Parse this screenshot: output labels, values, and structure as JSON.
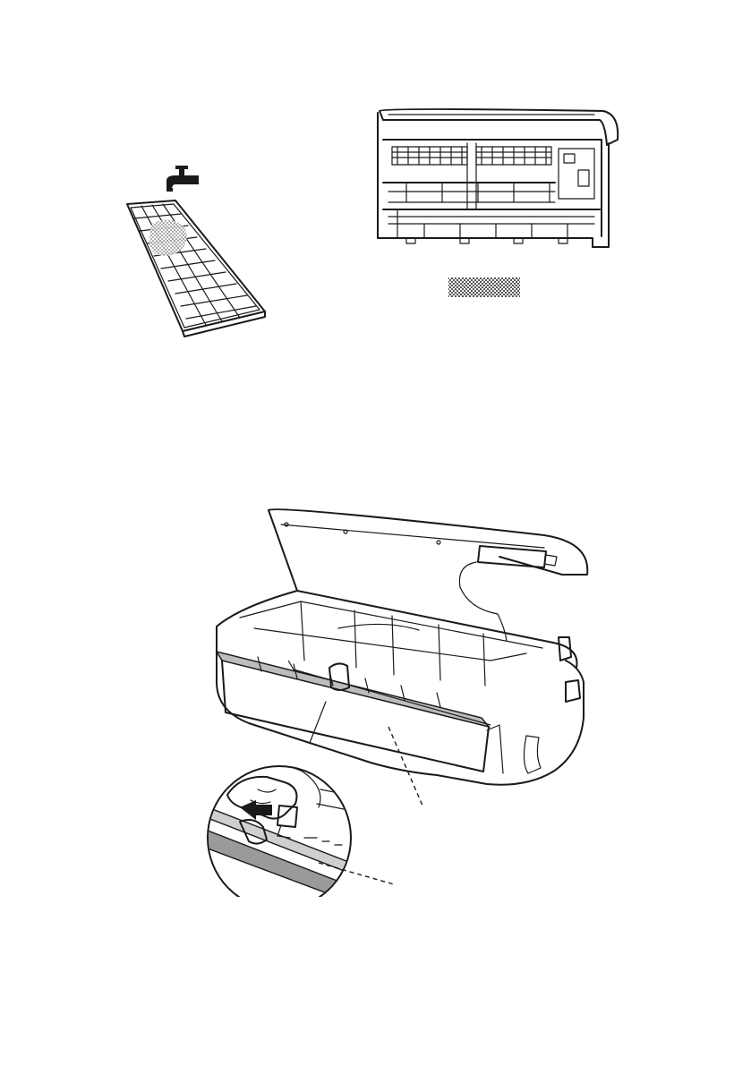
{
  "page": {
    "figures": [
      {
        "id": "filter-wash",
        "icons": [
          "water-tap-icon"
        ]
      },
      {
        "id": "indoor-unit-open-front-view",
        "icons": [
          "checkered-swatch-icon"
        ]
      },
      {
        "id": "indoor-unit-open-panel-with-detail-callout",
        "icons": [
          "push-arrow-icon"
        ]
      }
    ]
  },
  "colors": {
    "line": "#1a1a1a",
    "paper": "#ffffff",
    "dust": "#9a9a9a"
  }
}
